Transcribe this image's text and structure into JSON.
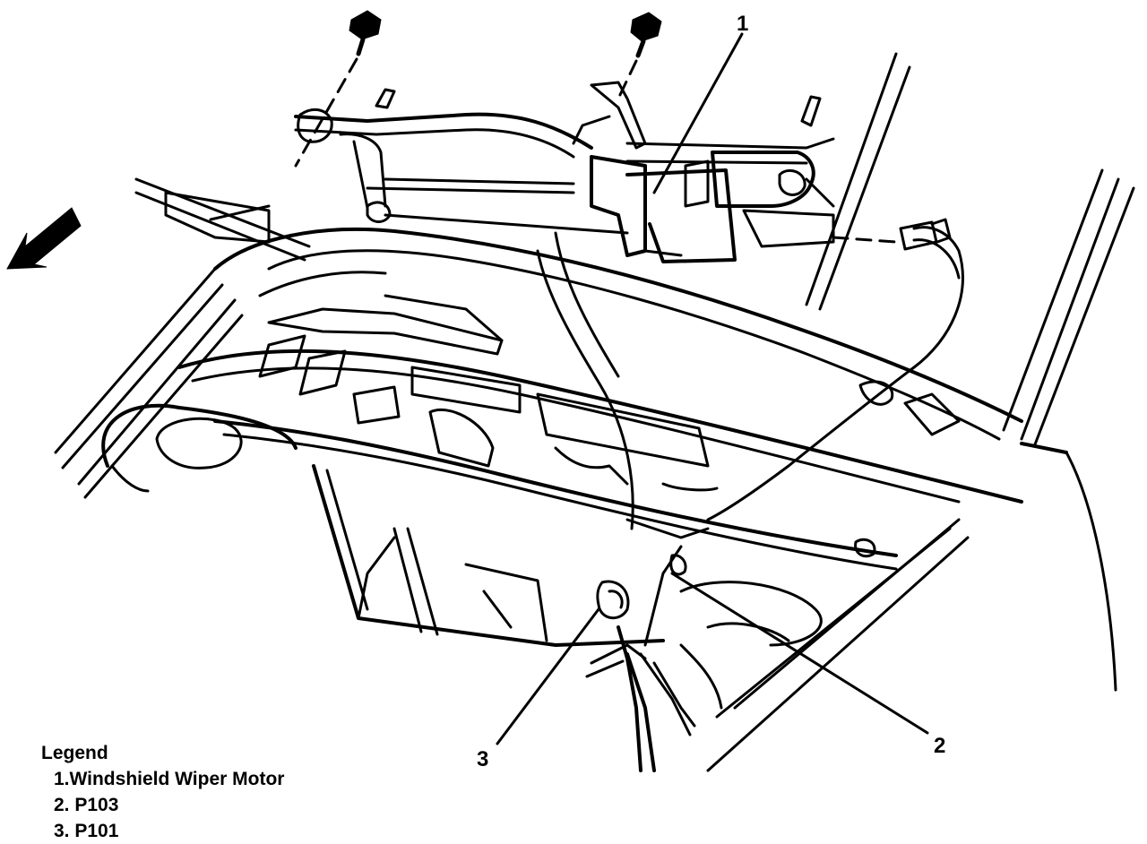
{
  "callouts": {
    "c1": "1",
    "c2": "2",
    "c3": "3"
  },
  "legend": {
    "title": "Legend",
    "items": [
      "1.Windshield Wiper Motor",
      "2. P103",
      "3. P101"
    ]
  }
}
